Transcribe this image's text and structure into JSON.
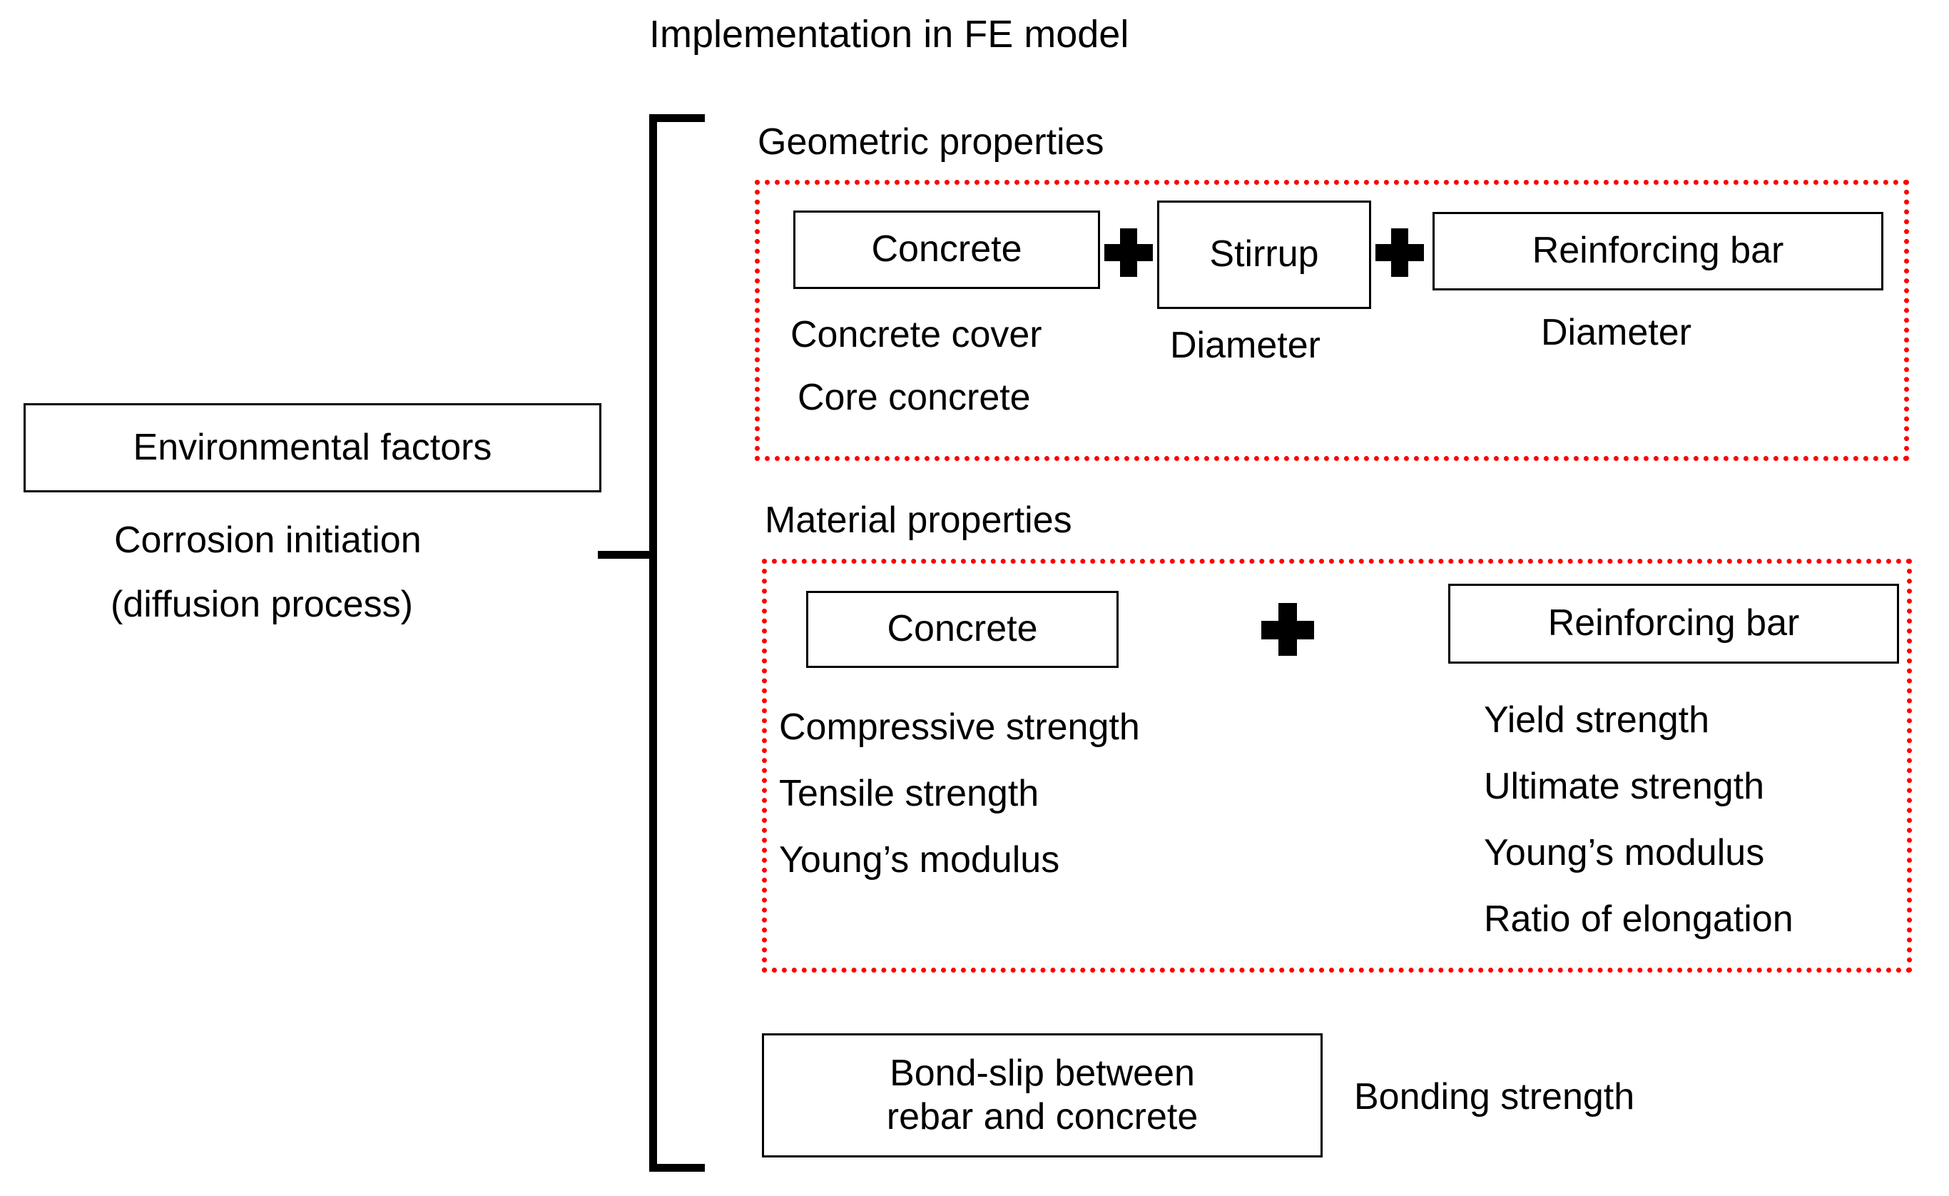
{
  "diagram": {
    "title": "Implementation in FE model",
    "left": {
      "box_label": "Environmental factors",
      "caption_line1": "Corrosion initiation",
      "caption_line2": "(diffusion process)"
    },
    "sections": {
      "geometric": {
        "heading": "Geometric properties",
        "boxes": [
          {
            "label": "Concrete",
            "sublabels": [
              "Concrete cover",
              "Core concrete"
            ]
          },
          {
            "label": "Stirrup",
            "sublabels": [
              "Diameter"
            ]
          },
          {
            "label": "Reinforcing bar",
            "sublabels": [
              "Diameter"
            ]
          }
        ],
        "operators": [
          "plus-icon",
          "plus-icon"
        ]
      },
      "material": {
        "heading": "Material properties",
        "boxes": [
          {
            "label": "Concrete",
            "sublabels": [
              "Compressive strength",
              "Tensile strength",
              "Young’s modulus"
            ]
          },
          {
            "label": "Reinforcing bar",
            "sublabels": [
              "Yield strength",
              "Ultimate strength",
              "Young’s modulus",
              "Ratio of elongation"
            ]
          }
        ],
        "operators": [
          "plus-icon"
        ]
      },
      "bond": {
        "box_line1": "Bond-slip between",
        "box_line2": "rebar and concrete",
        "caption": "Bonding strength"
      }
    },
    "colors": {
      "outline": "#000000",
      "dashed_group": "#ff0000",
      "background": "#ffffff"
    }
  }
}
